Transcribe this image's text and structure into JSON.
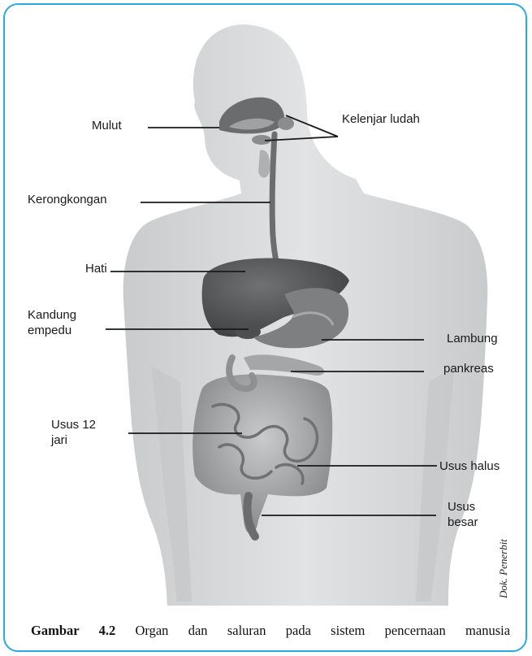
{
  "labels": {
    "mulut": "Mulut",
    "kelenjar_ludah": "Kelenjar ludah",
    "kerongkongan": "Kerongkongan",
    "hati": "Hati",
    "kandung_empedu": "Kandung\nempedu",
    "lambung": "Lambung",
    "pankreas": "pankreas",
    "usus_12_jari": "Usus 12\njari",
    "usus_halus": "Usus halus",
    "usus_besar": "Usus\nbesar"
  },
  "credit": "Dok. Penerbit",
  "caption": {
    "number": "Gambar 4.2",
    "text": "Organ dan saluran pada sistem pencernaan manusia"
  },
  "colors": {
    "frame_border": "#29abe2",
    "body_silhouette": "#d8dadb",
    "organ_dark": "#5a5c5e",
    "organ_mid": "#8d8f91",
    "organ_light": "#b9bbbd"
  }
}
